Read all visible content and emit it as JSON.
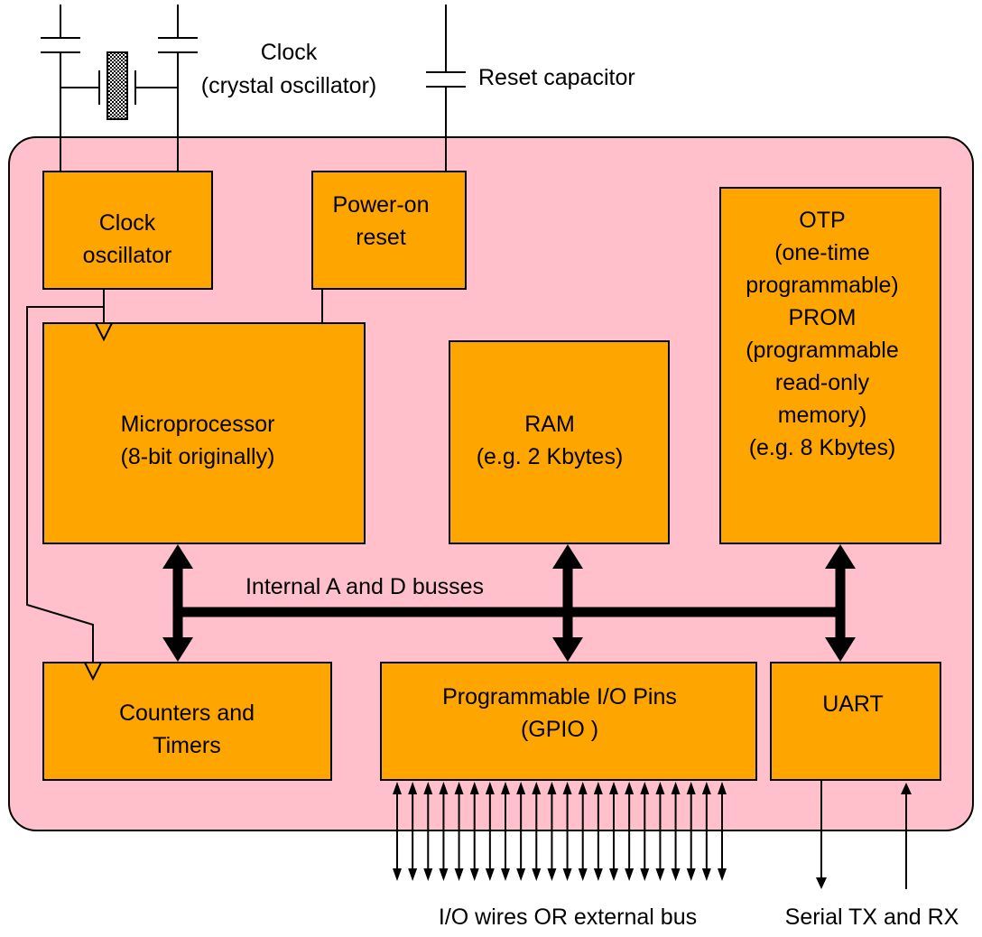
{
  "labels": {
    "clock_top": "Clock",
    "clock_sub": "(crystal oscillator)",
    "reset_cap": "Reset capacitor",
    "bus": "Internal A and D busses",
    "io_wires": "I/O wires OR external bus",
    "serial": "Serial TX and RX"
  },
  "blocks": {
    "clock_osc": [
      "Clock",
      "oscillator"
    ],
    "power_on": [
      "Power-on",
      "reset"
    ],
    "cpu": [
      "Microprocessor",
      "(8-bit originally)"
    ],
    "ram": [
      "RAM",
      "(e.g. 2 Kbytes)"
    ],
    "otp": [
      "OTP",
      "(one-time",
      "programmable)",
      "PROM",
      "(programmable",
      "read-only",
      "memory)",
      "",
      "(e.g. 8 Kbytes)"
    ],
    "counters": [
      "Counters and",
      "Timers"
    ],
    "gpio": [
      "Programmable I/O Pins",
      "(GPIO )"
    ],
    "uart": [
      "UART"
    ]
  },
  "colors": {
    "chip": "#ffbfcb",
    "block": "#ffa500",
    "crystal": "#888888"
  },
  "gpio_pin_count": 22
}
